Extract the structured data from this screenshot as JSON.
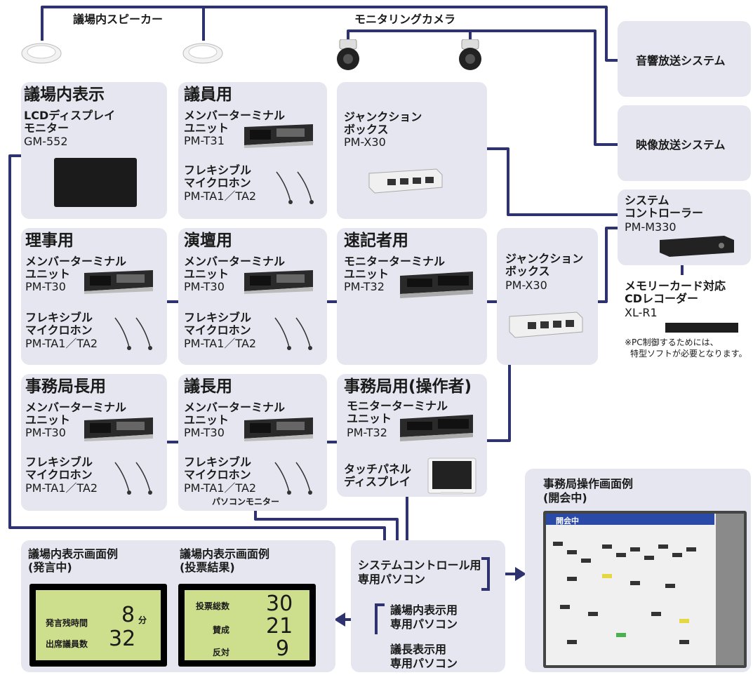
{
  "top": {
    "speakers_label": "議場内スピーカー",
    "cameras_label": "モニタリングカメラ"
  },
  "external": {
    "audio": "音響放送システム",
    "video": "映像放送システム"
  },
  "display_box": {
    "title": "議場内表示",
    "line1": "LCDディスプレイ",
    "line2": "モニター",
    "model": "GM-552"
  },
  "giin": {
    "title": "議員用",
    "term_l1": "メンバーターミナル",
    "term_l2": "ユニット",
    "term_model": "PM-T31",
    "mic_l1": "フレキシブル",
    "mic_l2": "マイクロホン",
    "mic_model": "PM-TA1／TA2"
  },
  "junction1": {
    "l1": "ジャンクション",
    "l2": "ボックス",
    "model": "PM-X30"
  },
  "controller": {
    "l1": "システム",
    "l2": "コントローラー",
    "model": "PM-M330"
  },
  "rijiyo": {
    "title": "理事用",
    "term_l1": "メンバーターミナル",
    "term_l2": "ユニット",
    "term_model": "PM-T30",
    "mic_l1": "フレキシブル",
    "mic_l2": "マイクロホン",
    "mic_model": "PM-TA1／TA2"
  },
  "endan": {
    "title": "演壇用",
    "term_l1": "メンバーターミナル",
    "term_l2": "ユニット",
    "term_model": "PM-T30",
    "mic_l1": "フレキシブル",
    "mic_l2": "マイクロホン",
    "mic_model": "PM-TA1／TA2"
  },
  "sokki": {
    "title": "速記者用",
    "l1": "モニターターミナル",
    "l2": "ユニット",
    "model": "PM-T32"
  },
  "junction2": {
    "l1": "ジャンクション",
    "l2": "ボックス",
    "model": "PM-X30"
  },
  "recorder": {
    "l1": "メモリーカード対応",
    "l2": "CDレコーダー",
    "model": "XL-R1",
    "note1": "※PC制御するためには、",
    "note2": "特型ソフトが必要となります。"
  },
  "jimukyokucho": {
    "title": "事務局長用",
    "term_l1": "メンバーターミナル",
    "term_l2": "ユニット",
    "term_model": "PM-T30",
    "mic_l1": "フレキシブル",
    "mic_l2": "マイクロホン",
    "mic_model": "PM-TA1／TA2"
  },
  "gicho": {
    "title": "議長用",
    "term_l1": "メンバーターミナル",
    "term_l2": "ユニット",
    "term_model": "PM-T30",
    "mic_l1": "フレキシブル",
    "mic_l2": "マイクロホン",
    "mic_model": "PM-TA1／TA2",
    "pc_monitor": "パソコンモニター"
  },
  "jimukyoku": {
    "title": "事務局用(操作者)",
    "l1": "モニターターミナル",
    "l2": "ユニット",
    "model": "PM-T32",
    "touch_l1": "タッチパネル",
    "touch_l2": "ディスプレイ"
  },
  "screen1": {
    "title_l1": "議場内表示画面例",
    "title_l2": "(発言中)",
    "row1_label": "発言残時間",
    "row1_value": "8",
    "row1_unit": "分",
    "row2_label": "出席議員数",
    "row2_value": "32"
  },
  "screen2": {
    "title_l1": "議場内表示画面例",
    "title_l2": "(投票結果)",
    "row1_label": "投票総数",
    "row1_value": "30",
    "row2_label": "賛成",
    "row2_value": "21",
    "row3_label": "反対",
    "row3_value": "9"
  },
  "pcs": {
    "control_l1": "システムコントロール用",
    "control_l2": "専用パソコン",
    "display_l1": "議場内表示用",
    "display_l2": "専用パソコン",
    "chair_l1": "議長表示用",
    "chair_l2": "専用パソコン"
  },
  "op_screen": {
    "title_l1": "事務局操作画面例",
    "title_l2": "(開会中)",
    "header": "開会中"
  },
  "colors": {
    "wire": "#2e3370",
    "box": "#e6e6f0",
    "lcd_bg": "#cddf8c",
    "accent_blue": "#2b4aa8"
  }
}
